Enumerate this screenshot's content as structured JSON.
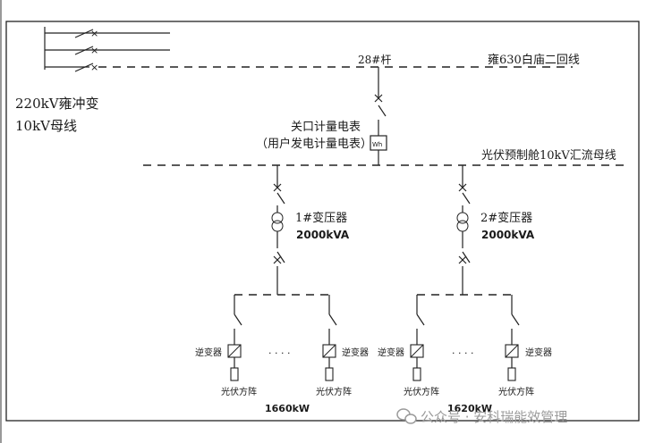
{
  "source": {
    "substation_line1": "220kV雍冲变",
    "substation_line2": "10kV母线"
  },
  "line": {
    "pole": "28#杆",
    "name": "雍630白庙二回线"
  },
  "meter": {
    "line1": "关口计量电表",
    "line2": "（用户发电计量电表）",
    "icon_text": "Wh"
  },
  "busbar": {
    "name": "光伏预制舱10kV汇流母线"
  },
  "transformers": [
    {
      "name": "1#变压器",
      "rating": "2000kVA"
    },
    {
      "name": "2#变压器",
      "rating": "2000kVA"
    }
  ],
  "groups": [
    {
      "capacity": "1660kW",
      "units": [
        {
          "inverter": "逆变器",
          "array": "光伏方阵"
        },
        {
          "inverter": "逆变器",
          "array": "光伏方阵"
        }
      ],
      "ellipsis": "· · · ·"
    },
    {
      "capacity": "1620kW",
      "units": [
        {
          "inverter": "逆变器",
          "array": "光伏方阵"
        },
        {
          "inverter": "逆变器",
          "array": "光伏方阵"
        }
      ],
      "ellipsis": "· · · ·"
    }
  ],
  "watermark": {
    "text": "公众号 · 安科瑞能效管理"
  }
}
